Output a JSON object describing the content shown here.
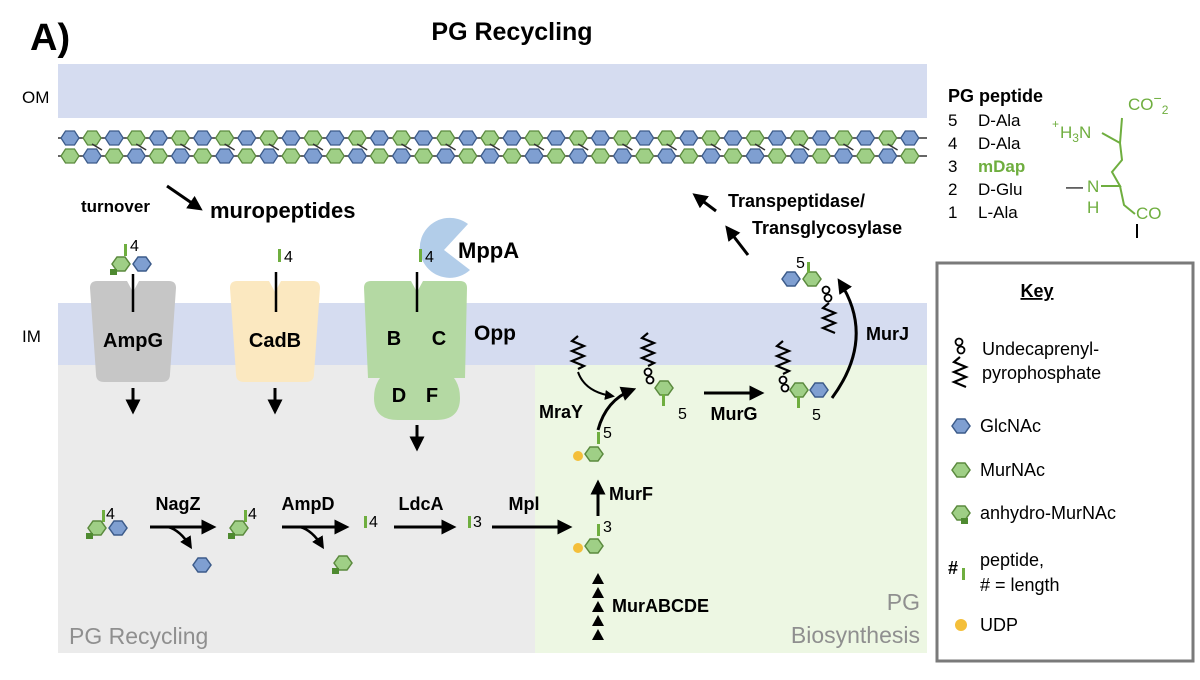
{
  "panel_label": "A)",
  "title": "PG Recycling",
  "membranes": {
    "outer": "OM",
    "inner": "IM"
  },
  "region_labels": {
    "recycling": "PG Recycling",
    "biosynthesis_1": "PG",
    "biosynthesis_2": "Biosynthesis"
  },
  "labels": {
    "turnover": "turnover",
    "muropeptides": "muropeptides",
    "transpeptidase_1": "Transpeptidase/",
    "transpeptidase_2": "Transglycosylase",
    "mppa": "MppA",
    "opp": "Opp"
  },
  "transporters": {
    "ampg": "AmpG",
    "cadb": "CadB",
    "opp_b": "B",
    "opp_c": "C",
    "opp_d": "D",
    "opp_f": "F"
  },
  "enzymes": {
    "nagz": "NagZ",
    "ampd": "AmpD",
    "ldca": "LdcA",
    "mpl": "Mpl",
    "murf": "MurF",
    "mray": "MraY",
    "murg": "MurG",
    "murj": "MurJ",
    "murabcde": "MurABCDE"
  },
  "peptide_lengths": {
    "four": "4",
    "three": "3",
    "five": "5"
  },
  "pg_peptide": {
    "title": "PG peptide",
    "residues": [
      {
        "num": "5",
        "name": "D-Ala"
      },
      {
        "num": "4",
        "name": "D-Ala"
      },
      {
        "num": "3",
        "name": "mDap"
      },
      {
        "num": "2",
        "name": "D-Glu"
      },
      {
        "num": "1",
        "name": "L-Ala"
      }
    ],
    "structure": {
      "co2": "CO",
      "co2_sub": "2",
      "charge": "−",
      "h3n_plus": "+",
      "h3n_h": "H",
      "h3n_sub": "3",
      "h3n_n": "N",
      "nh_n": "N",
      "nh_h": "H",
      "dash": "—",
      "co": "CO"
    },
    "highlight_color": "#6fae3f"
  },
  "key": {
    "title": "Key",
    "items": [
      {
        "label1": "Undecaprenyl-",
        "label2": "pyrophosphate"
      },
      {
        "label1": "GlcNAc"
      },
      {
        "label1": "MurNAc"
      },
      {
        "label1": "anhydro-MurNAc"
      },
      {
        "symbol": "#",
        "label1": "peptide,",
        "label2": "# = length"
      },
      {
        "label1": "UDP"
      }
    ]
  },
  "colors": {
    "membrane": "#d5dcf0",
    "recycling_bg": "#ebebeb",
    "biosynthesis_bg": "#edf7e3",
    "glcnac": "#7f9fd1",
    "murnac": "#9fcf86",
    "udp": "#f4bf3a",
    "ampg": "#c6c6c6",
    "cadb": "#fbe8c0",
    "opp": "#b4d9a3",
    "mppa": "#b2cde9"
  }
}
